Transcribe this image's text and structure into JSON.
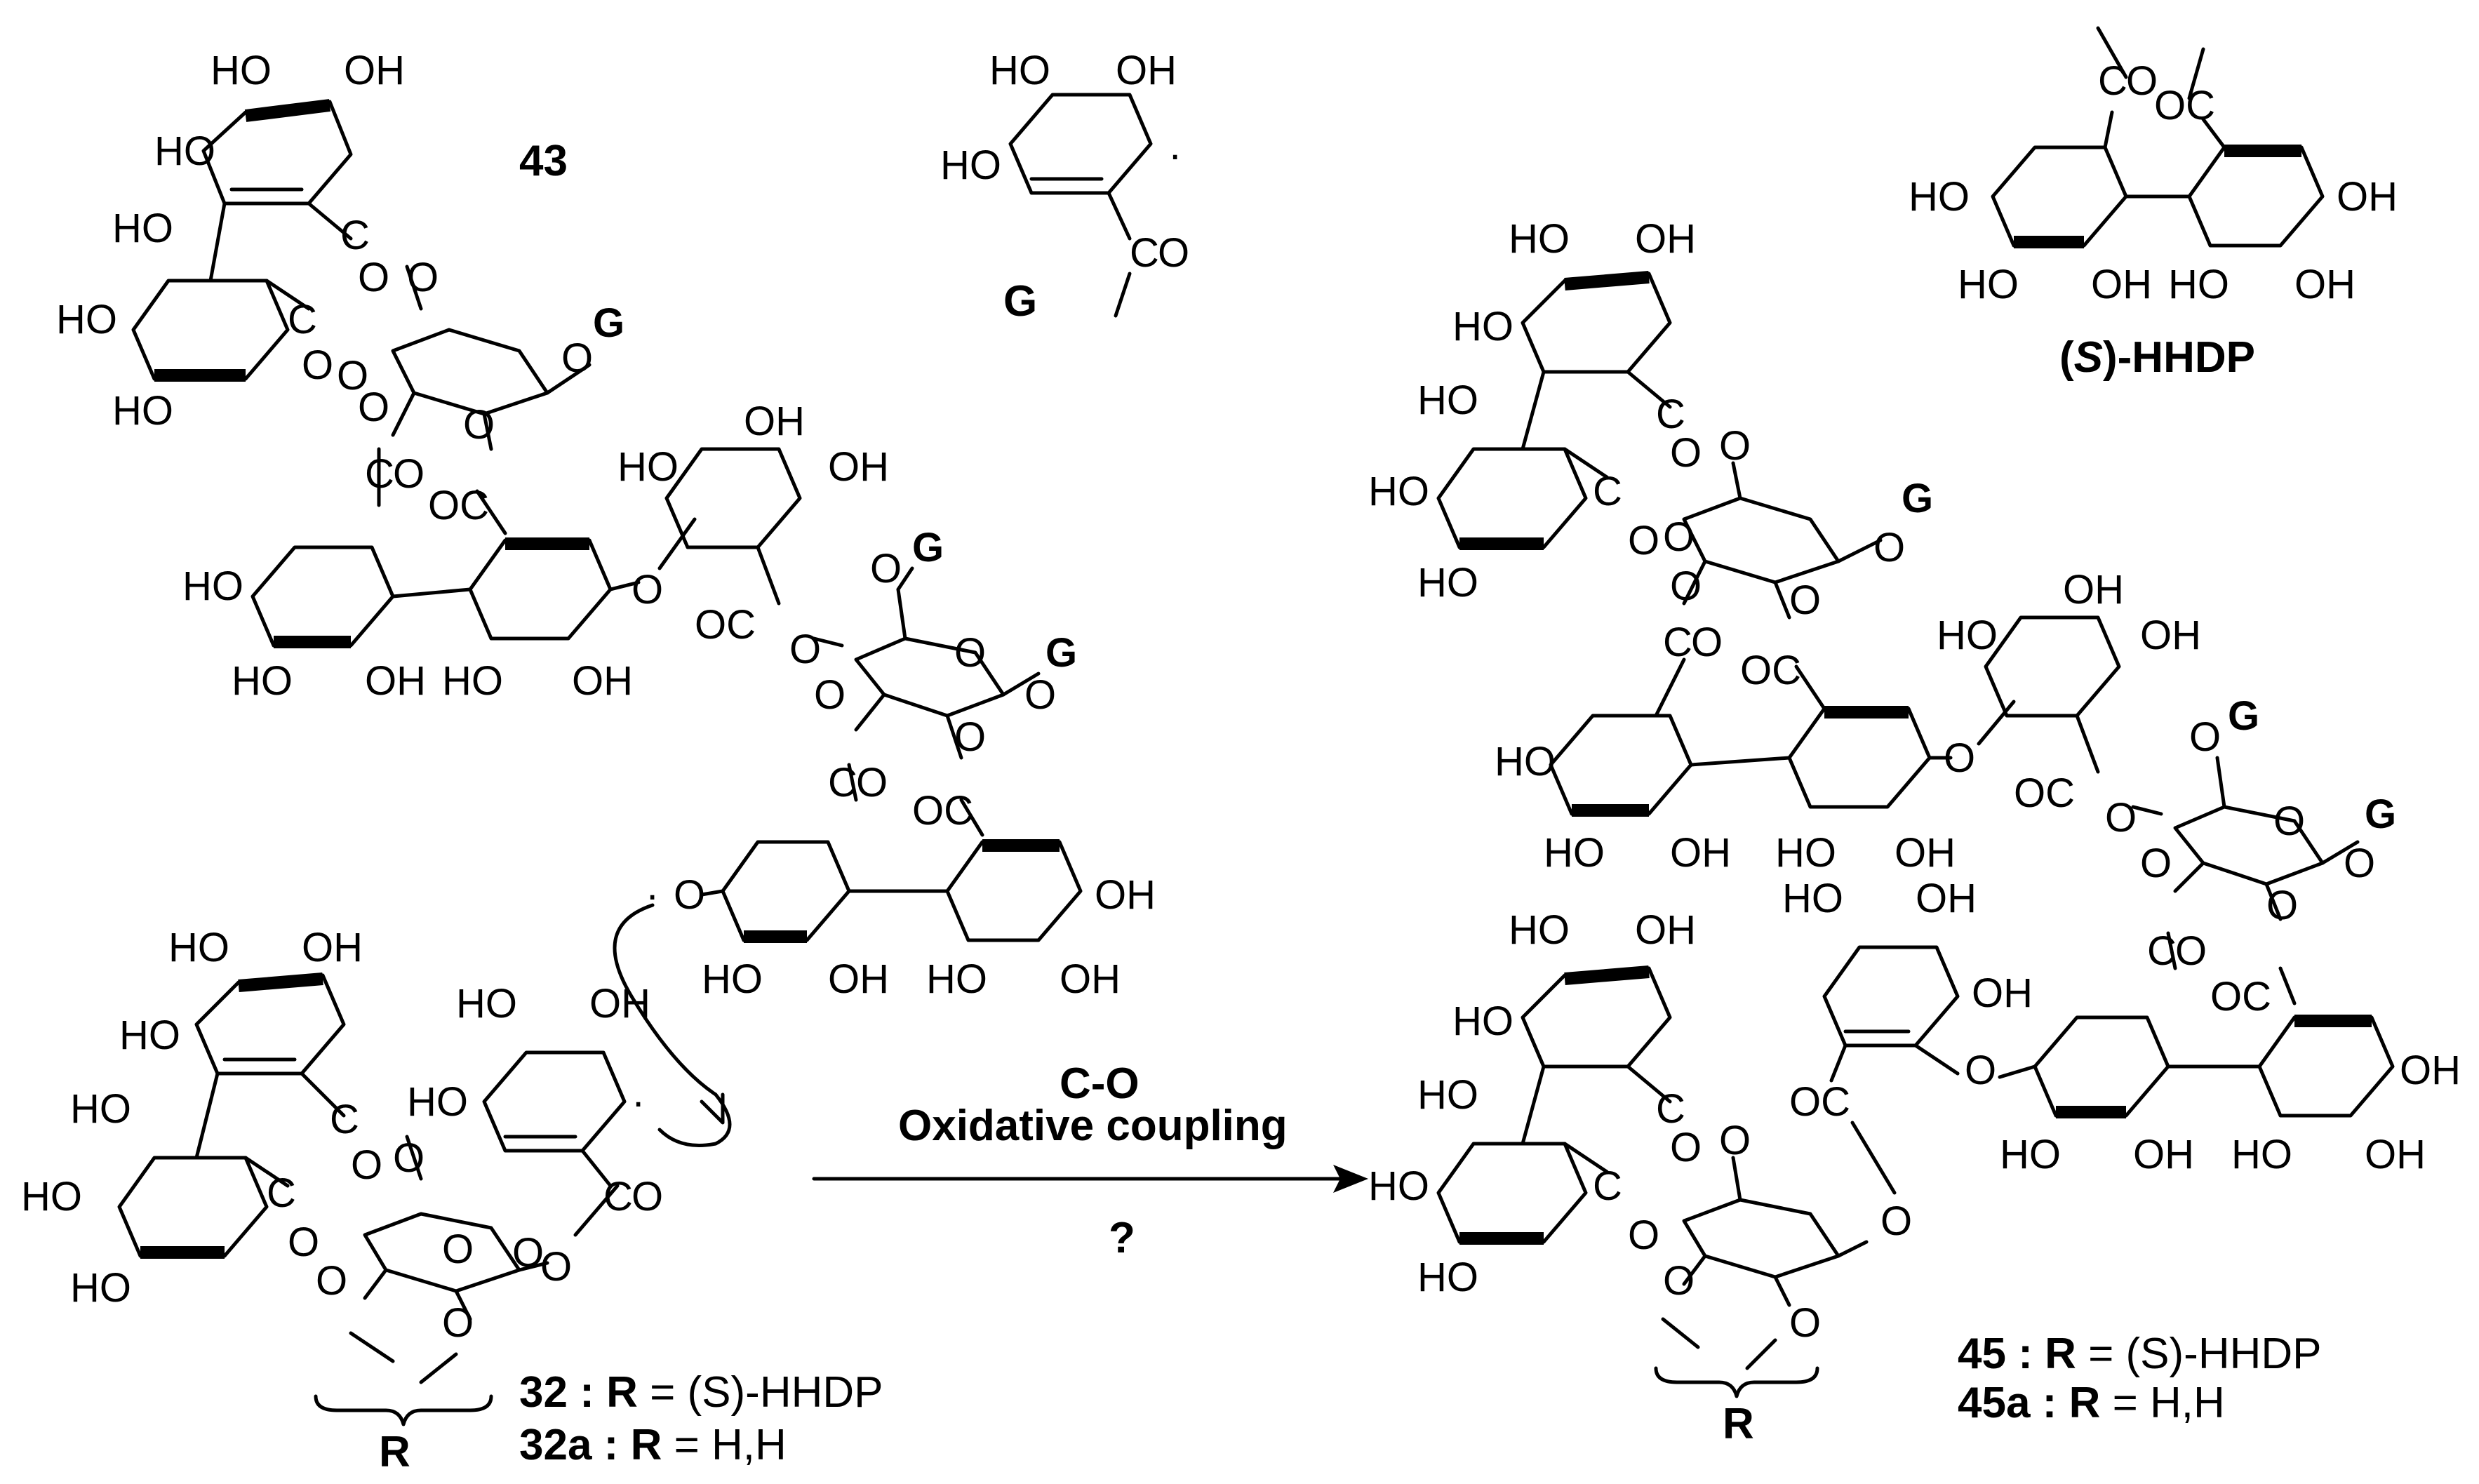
{
  "scheme": {
    "compounds": {
      "dimer_43": {
        "label": "43"
      },
      "galloyl_G": {
        "label": "G"
      },
      "hhdp_unit": {
        "label_open": "(",
        "label_s": "S",
        "label_rest": ")-HHDP"
      },
      "substrate_32": {
        "line1_num": "32 :",
        "line1_r": "R",
        "line1_rest": "= (S)-HHDP",
        "line2_num": "32a :",
        "line2_r": "R",
        "line2_rest": "= H,H"
      },
      "product_45": {
        "line1_num": "45 :",
        "line1_r": "R",
        "line1_rest": "= (S)-HHDP",
        "line2_num": "45a :",
        "line2_r": "R",
        "line2_rest": "= H,H"
      }
    },
    "reaction": {
      "line1": "C-O",
      "line2": "Oxidative coupling",
      "below": "?"
    },
    "atom_text": {
      "HO": "HO",
      "OH": "OH",
      "O": "O",
      "C": "C",
      "OC": "OC",
      "G": "G",
      "R": "R",
      "radical": "·"
    }
  }
}
